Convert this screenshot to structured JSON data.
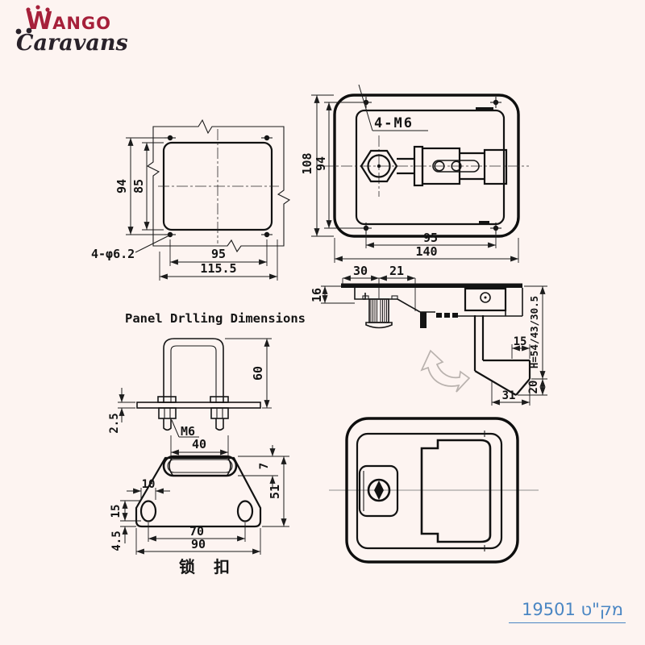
{
  "brand": {
    "word1_initial": "W",
    "word1_rest": "ANGO",
    "word2_initial": "C",
    "word2_rest": "aravans"
  },
  "section_title": "Panel Drlling Dimensions",
  "sku": {
    "label": "מק\"ט 19501"
  },
  "colors": {
    "background": "#fdf4f1",
    "line": "#141414",
    "brand_red": "#a6203a",
    "brand_dark": "#29222a",
    "sku_blue": "#4a86c3",
    "rotate_arrow_gray": "#b9b2ae"
  },
  "panel_cutout": {
    "outer_height": "94",
    "cutout_height": "85",
    "hole_spacing": "95",
    "outer_width": "115.5",
    "holes_note": "4-φ6.2"
  },
  "latch_front": {
    "screws_note": "4-M6",
    "overall_height": "108",
    "hole_spacing_v": "94",
    "hole_spacing_h": "95",
    "overall_width": "140"
  },
  "latch_side": {
    "offset_a": "30",
    "offset_b": "21",
    "panel_depth": "16",
    "hook_width": "15",
    "hook_depth": "20",
    "foot_width": "31",
    "height_options": "H=54/43/30.5"
  },
  "u_bolt": {
    "height": "60",
    "plate_thickness": "2.5",
    "thread_size": "M6",
    "leg_spacing": "40"
  },
  "striker_plate": {
    "tube_height": "7",
    "overall_height": "51",
    "hole_width": "10",
    "hole_height": "15",
    "bottom_margin": "4.5",
    "hole_spacing": "70",
    "overall_width": "90",
    "caption": "锁 扣"
  }
}
